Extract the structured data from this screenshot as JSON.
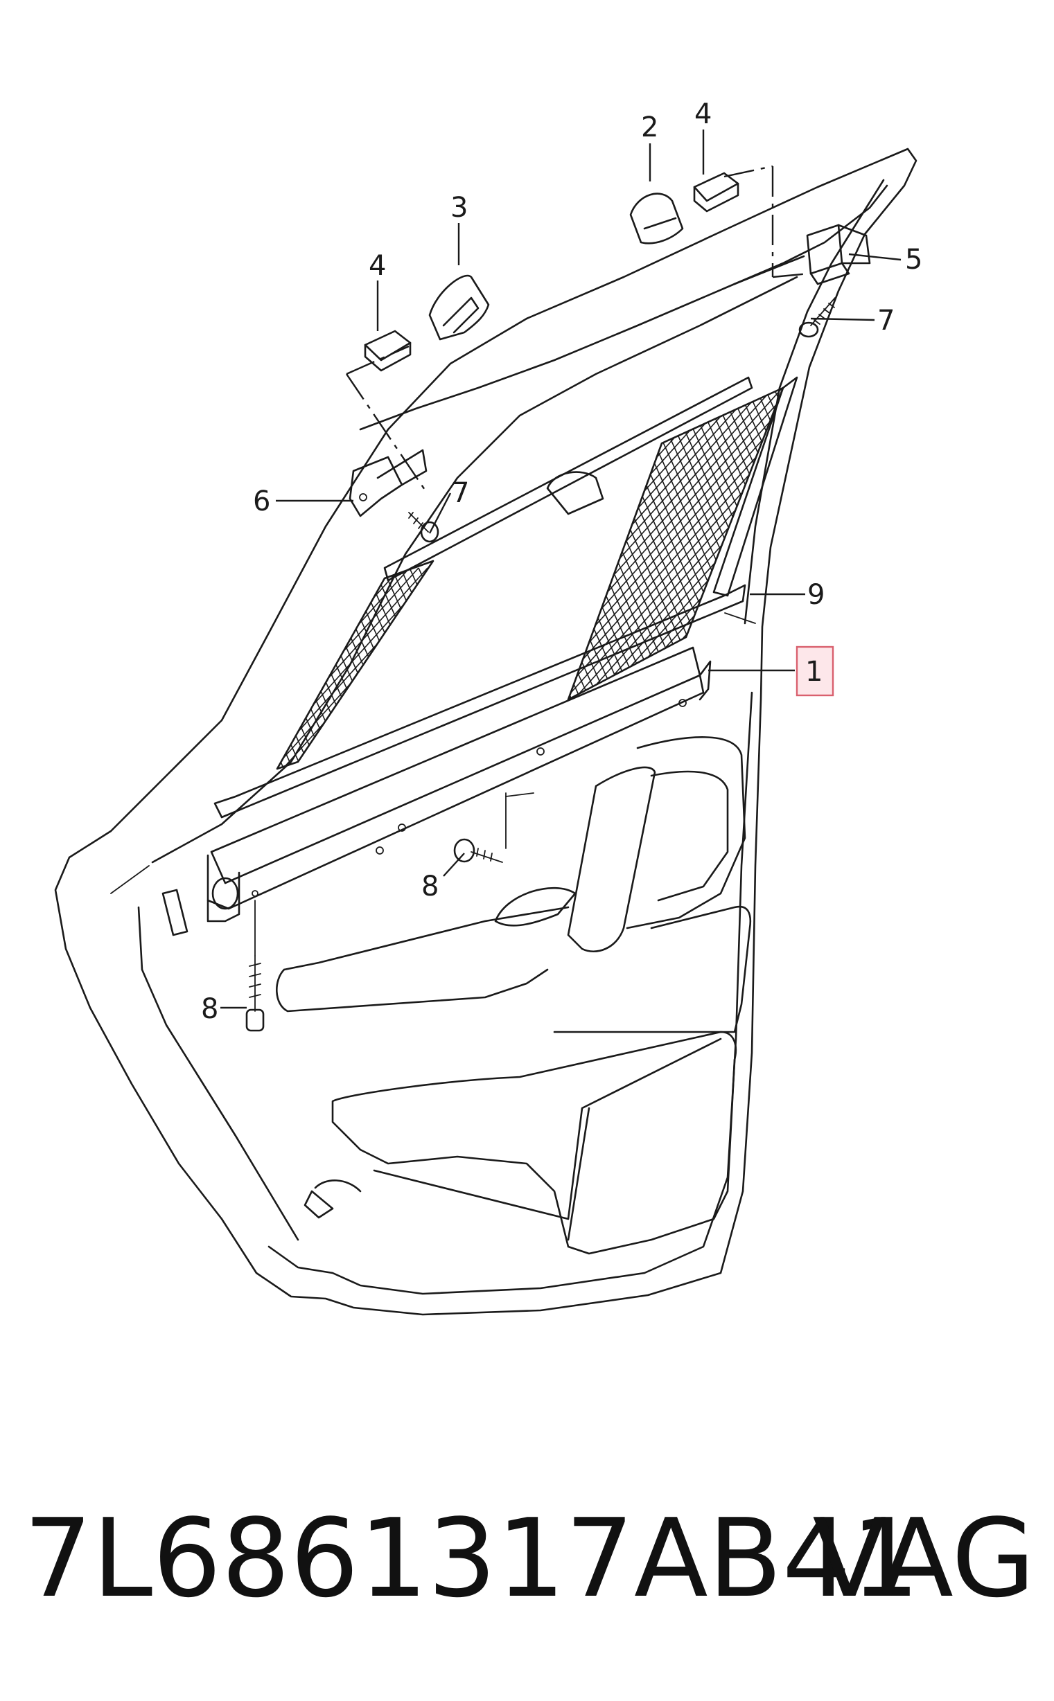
{
  "diagram": {
    "callouts": [
      {
        "id": "1",
        "label": "1",
        "highlighted": true
      },
      {
        "id": "2",
        "label": "2",
        "highlighted": false
      },
      {
        "id": "3",
        "label": "3",
        "highlighted": false
      },
      {
        "id": "4a",
        "label": "4",
        "highlighted": false
      },
      {
        "id": "4b",
        "label": "4",
        "highlighted": false
      },
      {
        "id": "5",
        "label": "5",
        "highlighted": false
      },
      {
        "id": "6",
        "label": "6",
        "highlighted": false
      },
      {
        "id": "7a",
        "label": "7",
        "highlighted": false
      },
      {
        "id": "7b",
        "label": "7",
        "highlighted": false
      },
      {
        "id": "8a",
        "label": "8",
        "highlighted": false
      },
      {
        "id": "8b",
        "label": "8",
        "highlighted": false
      },
      {
        "id": "9",
        "label": "9",
        "highlighted": false
      }
    ],
    "highlight_color": "#d9606e",
    "line_color": "#1a1a1a"
  },
  "footer": {
    "part_number": "7L6861317AB41",
    "brand": "VAG"
  }
}
